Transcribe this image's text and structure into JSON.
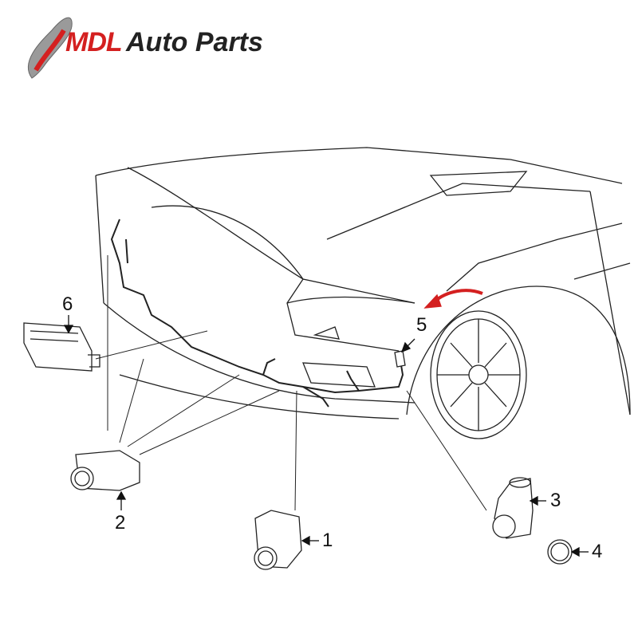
{
  "logo": {
    "brand": "MDL",
    "text": "Auto Parts"
  },
  "colors": {
    "brand_red": "#d42020",
    "line": "#222222",
    "arrow_red": "#d42020"
  },
  "callouts": [
    {
      "label": "1",
      "part": "parking-sensor"
    },
    {
      "label": "2",
      "part": "parking-sensor"
    },
    {
      "label": "3",
      "part": "parking-sensor"
    },
    {
      "label": "4",
      "part": "sensor-bezel"
    },
    {
      "label": "5",
      "part": "wiring-clip"
    },
    {
      "label": "6",
      "part": "parking-aid-module"
    }
  ]
}
